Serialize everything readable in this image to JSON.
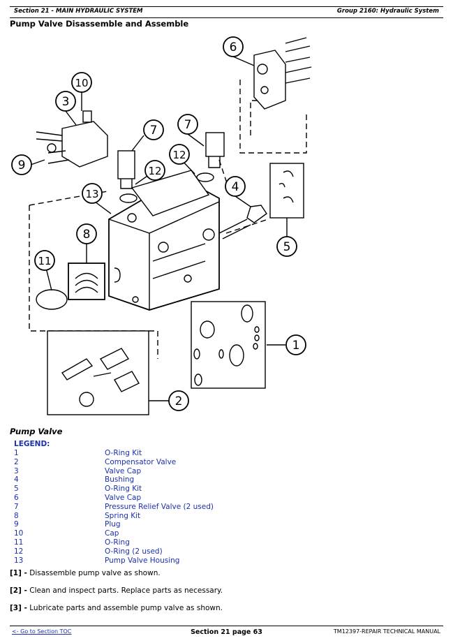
{
  "header": {
    "section": "Section 21 - MAIN HYDRAULIC SYSTEM",
    "group": "Group 2160: Hydraulic System"
  },
  "page_title": "Pump Valve Disassemble and Assemble",
  "figure": {
    "callouts": [
      "1",
      "2",
      "3",
      "4",
      "5",
      "6",
      "7",
      "7",
      "8",
      "9",
      "10",
      "11",
      "12",
      "12",
      "13"
    ]
  },
  "caption": "Pump Valve",
  "legend": {
    "title": "LEGEND:",
    "items": [
      {
        "num": "1",
        "name": "O-Ring Kit"
      },
      {
        "num": "2",
        "name": "Compensator Valve"
      },
      {
        "num": "3",
        "name": "Valve Cap"
      },
      {
        "num": "4",
        "name": "Bushing"
      },
      {
        "num": "5",
        "name": "O-Ring Kit"
      },
      {
        "num": "6",
        "name": "Valve Cap"
      },
      {
        "num": "7",
        "name": "Pressure Relief Valve (2 used)"
      },
      {
        "num": "8",
        "name": "Spring Kit"
      },
      {
        "num": "9",
        "name": "Plug"
      },
      {
        "num": "10",
        "name": "Cap"
      },
      {
        "num": "11",
        "name": "O-Ring"
      },
      {
        "num": "12",
        "name": "O-Ring (2 used)"
      },
      {
        "num": "13",
        "name": "Pump Valve Housing"
      }
    ]
  },
  "steps": [
    {
      "marker": "[1] -",
      "text": "Disassemble pump valve as shown."
    },
    {
      "marker": "[2] -",
      "text": "Clean and inspect parts. Replace parts as necessary."
    },
    {
      "marker": "[3] -",
      "text": "Lubricate parts and assemble pump valve as shown."
    }
  ],
  "footer": {
    "toc_link": "<- Go to Section TOC",
    "page": "Section 21 page 63",
    "manual": "TM12397-REPAIR TECHNICAL MANUAL"
  }
}
